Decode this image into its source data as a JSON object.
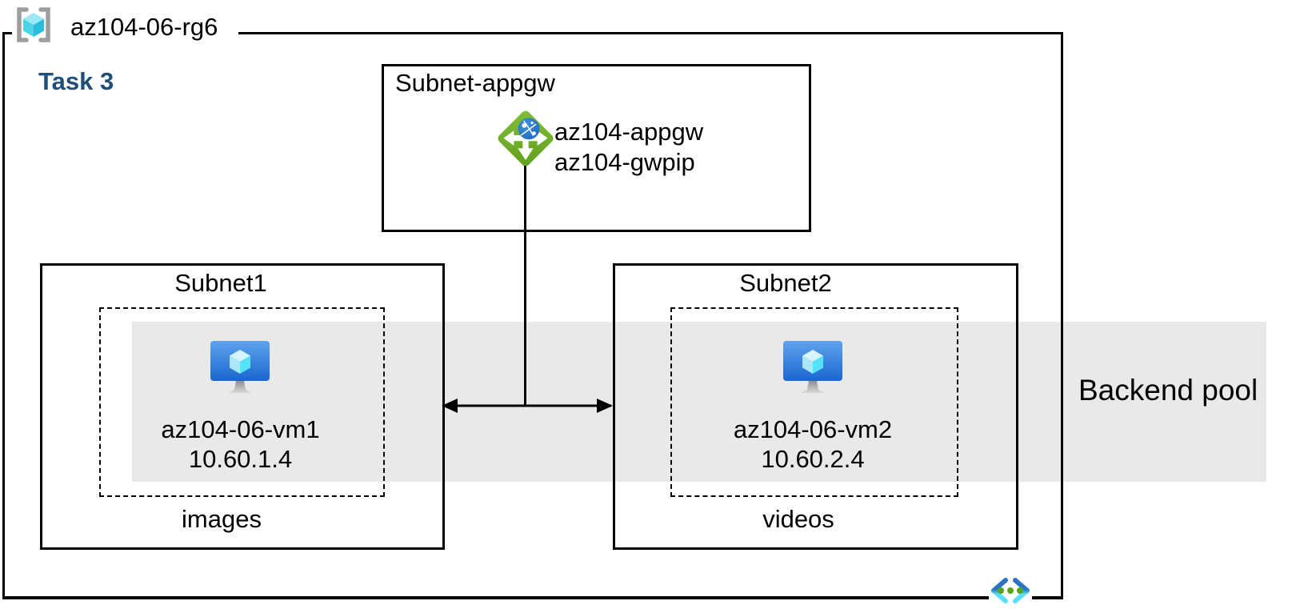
{
  "resource_group": {
    "name": "az104-06-rg6"
  },
  "task_label": "Task 3",
  "appgw_subnet": {
    "label": "Subnet-appgw",
    "appgw_name": "az104-appgw",
    "public_ip_name": "az104-gwpip"
  },
  "subnet1": {
    "label": "Subnet1",
    "vm_name": "az104-06-vm1",
    "vm_ip": "10.60.1.4",
    "content": "images"
  },
  "subnet2": {
    "label": "Subnet2",
    "vm_name": "az104-06-vm2",
    "vm_ip": "10.60.2.4",
    "content": "videos"
  },
  "backend_pool": {
    "label": "Backend pool"
  },
  "icons": {
    "resource_group": "resource-group-icon",
    "application_gateway": "application-gateway-icon",
    "virtual_machine": "virtual-machine-icon",
    "virtual_network": "virtual-network-icon"
  },
  "colors": {
    "task_label_text": "#1F4E79",
    "backend_pool_band": "#E9E9E9",
    "appgw_green": "#6FAE25",
    "globe_blue": "#2173C4",
    "vm_screen_top": "#5FA3EE",
    "vm_screen_bottom": "#1A66CF",
    "cube_cyan": "#50E6FF",
    "vnet_chevron_blue": "#2A72C3",
    "vnet_chevron_cyan": "#58DFF9",
    "vnet_dot_green": "#55A41F",
    "line": "#000000"
  }
}
